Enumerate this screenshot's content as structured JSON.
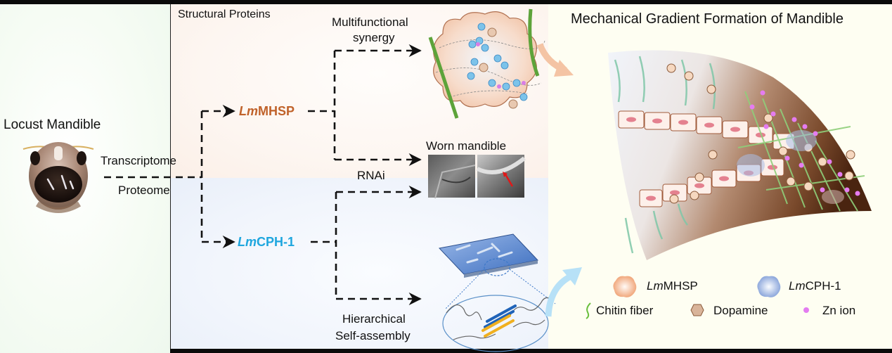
{
  "left": {
    "title": "Locust Mandible",
    "method_top": "Transcriptome",
    "method_bottom": "Proteome"
  },
  "middle": {
    "section_title": "Structural Proteins",
    "genes": [
      {
        "prefix": "Lm",
        "name": "MHSP",
        "color": "#c0622a"
      },
      {
        "prefix": "Lm",
        "name": "CPH-1",
        "color": "#1ea6de"
      }
    ],
    "outcome_top_line1": "Multifunctional",
    "outcome_top_line2": "synergy",
    "outcome_mid_label": "Worn mandible",
    "rnai_label": "RNAi",
    "outcome_bottom_line1": "Hierarchical",
    "outcome_bottom_line2": "Self-assembly"
  },
  "right": {
    "title": "Mechanical Gradient Formation of Mandible",
    "legend": [
      {
        "icon": "mhsp-blob-icon",
        "prefix": "Lm",
        "label": "MHSP",
        "color": "#f4b895"
      },
      {
        "icon": "cph-blob-icon",
        "prefix": "Lm",
        "label": "CPH-1",
        "color": "#a9bfe6"
      },
      {
        "icon": "chitin-fiber-icon",
        "label": "Chitin fiber",
        "color": "#6abf3f"
      },
      {
        "icon": "dopamine-hexagon-icon",
        "label": "Dopamine",
        "color": "#d9b49a"
      },
      {
        "icon": "zn-ion-dot-icon",
        "label": "Zn ion",
        "color": "#e37cf0"
      }
    ]
  },
  "colors": {
    "arrow_orange": "#f4c4a4",
    "arrow_blue": "#b7e1f7",
    "mandible_brown": "#6b3a1f"
  }
}
